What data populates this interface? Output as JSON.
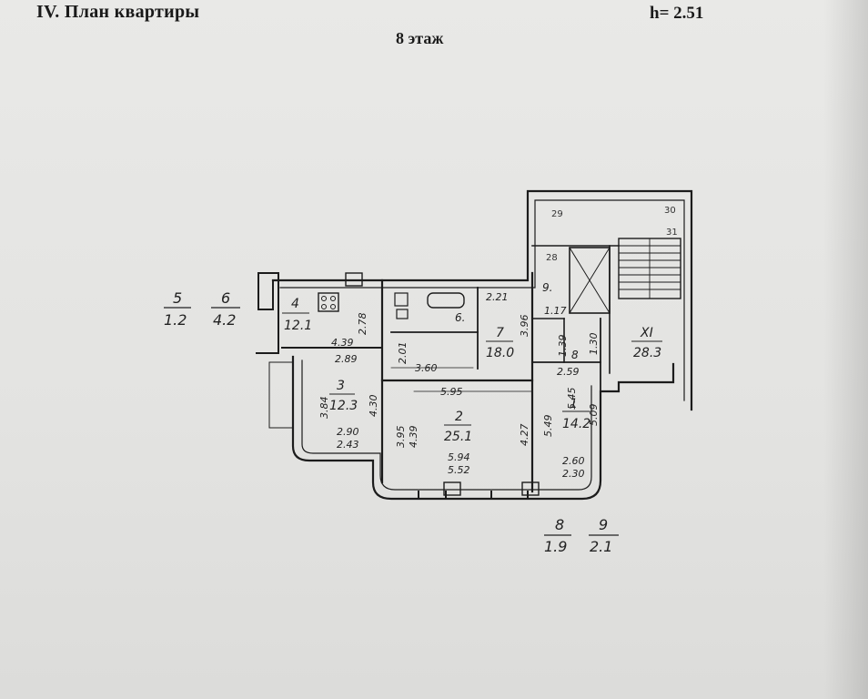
{
  "header": {
    "title": "IV. План квартиры",
    "height": "h= 2.51",
    "floor": "8 этаж"
  },
  "side_areas_left": [
    {
      "number": "5",
      "area": "1.2"
    },
    {
      "number": "6",
      "area": "4.2"
    }
  ],
  "side_areas_bottom": [
    {
      "number": "8",
      "area": "1.9"
    },
    {
      "number": "9",
      "area": "2.1"
    }
  ],
  "rooms": [
    {
      "number": "4",
      "area": "12.1"
    },
    {
      "number": "3",
      "area": "12.3"
    },
    {
      "number": "2",
      "area": "25.1"
    },
    {
      "number": "7",
      "area": "18.0"
    },
    {
      "number": "1",
      "area": "14.2"
    },
    {
      "number": "XI",
      "area": "28.3"
    },
    {
      "number": "6.",
      "area": ""
    },
    {
      "number": "9.",
      "area": ""
    },
    {
      "number": "8",
      "area": ""
    }
  ],
  "dimensions": {
    "d_278": "2.78",
    "d_439a": "4.39",
    "d_289": "2.89",
    "d_201": "2.01",
    "d_360": "3.60",
    "d_221": "2.21",
    "d_396": "3.96",
    "d_117": "1.17",
    "d_139": "1.39",
    "d_130": "1.30",
    "d_259": "2.59",
    "d_595": "5.95",
    "d_384": "3.84",
    "d_430": "4.30",
    "d_290": "2.90",
    "d_243": "2.43",
    "d_395": "3.95",
    "d_439b": "4.39",
    "d_427": "4.27",
    "d_594": "5.94",
    "d_552": "5.52",
    "d_549": "5.49",
    "d_545": "5.45",
    "d_509": "5.09",
    "d_260": "2.60",
    "d_230": "2.30"
  },
  "stair_labels": {
    "n28": "28",
    "n29": "29",
    "n30": "30",
    "n31": "31"
  }
}
